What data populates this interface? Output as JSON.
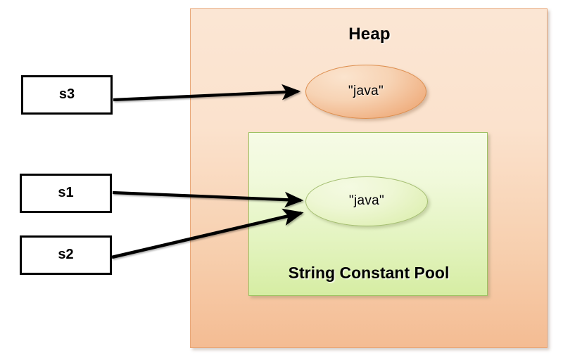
{
  "diagram": {
    "title_alt": "Java String memory model diagram",
    "background_color": "#ffffff"
  },
  "heap": {
    "label": "Heap",
    "border_color": "#e8a778",
    "fill_top": "#fbe6d4",
    "fill_bottom": "#f4bc93",
    "object": {
      "label": "\"java\"",
      "shape": "ellipse",
      "border_color": "#dd8e4e",
      "fill": "#f4c19b"
    }
  },
  "pool": {
    "label": "String Constant Pool",
    "border_color": "#9dc162",
    "fill_top": "#f6fbe6",
    "fill_bottom": "#d6eda3",
    "object": {
      "label": "\"java\"",
      "shape": "ellipse",
      "border_color": "#a3bd6f",
      "fill": "#e6f4c6"
    }
  },
  "variables": [
    {
      "label": "s3",
      "points_to": "heap-java-object"
    },
    {
      "label": "s1",
      "points_to": "pool-java-object"
    },
    {
      "label": "s2",
      "points_to": "pool-java-object"
    }
  ],
  "arrows": [
    {
      "name": "arrow-s3-to-heap-object",
      "from": "s3",
      "to": "heap \"java\"",
      "color": "#000000"
    },
    {
      "name": "arrow-s1-to-pool-object",
      "from": "s1",
      "to": "pool \"java\"",
      "color": "#000000"
    },
    {
      "name": "arrow-s2-to-pool-object",
      "from": "s2",
      "to": "pool \"java\"",
      "color": "#000000"
    }
  ]
}
